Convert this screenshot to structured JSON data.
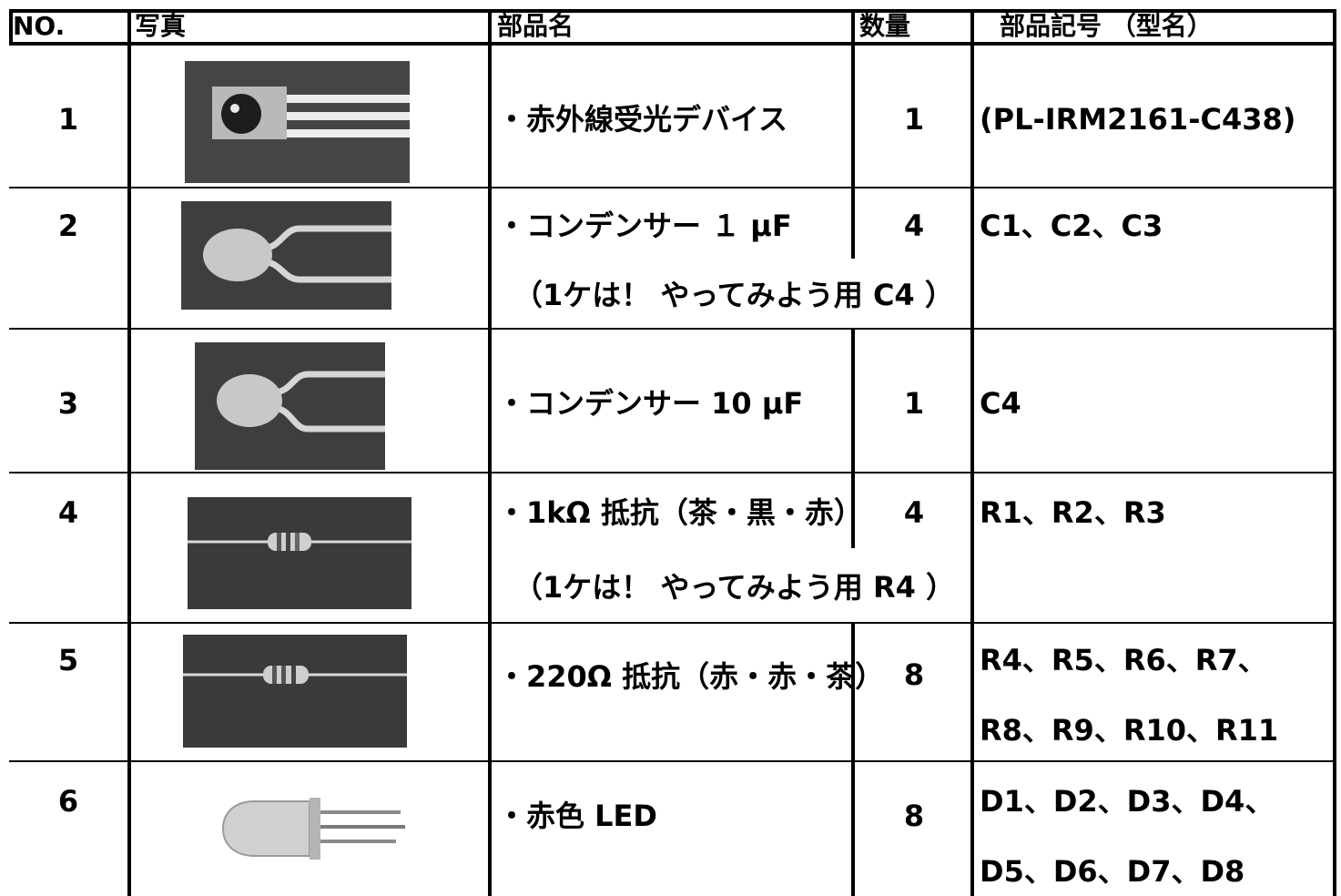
{
  "headers": {
    "no": "NO.",
    "photo": "写真",
    "part_name": "部品名",
    "quantity": "数量",
    "symbol": "部品記号 （型名）"
  },
  "rows": [
    {
      "no": "1",
      "photo_icon": "ir-receiver-photo",
      "name": "・赤外線受光デバイス",
      "qty": "1",
      "symbols": [
        "(PL-IRM2161-C438)"
      ]
    },
    {
      "no": "2",
      "photo_icon": "ceramic-capacitor-photo",
      "name": "・コンデンサー １ μF",
      "note": "（1ケは！ やってみよう用 C4 ）",
      "qty": "4",
      "symbols": [
        "C1、C2、C3"
      ]
    },
    {
      "no": "3",
      "photo_icon": "ceramic-capacitor-photo",
      "name": "・コンデンサー 10 μF",
      "qty": "1",
      "symbols": [
        "C4"
      ]
    },
    {
      "no": "4",
      "photo_icon": "resistor-photo",
      "name": "・1kΩ 抵抗（茶・黒・赤）",
      "note": "（1ケは！ やってみよう用 R4 ）",
      "qty": "4",
      "symbols": [
        "R1、R2、R3"
      ]
    },
    {
      "no": "5",
      "photo_icon": "resistor-photo",
      "name": "・220Ω 抵抗（赤・赤・茶）",
      "qty": "8",
      "symbols": [
        "R4、R5、R6、R7、",
        "R8、R9、R10、R11"
      ]
    },
    {
      "no": "6",
      "photo_icon": "led-photo",
      "name": "・赤色 LED",
      "qty": "8",
      "symbols": [
        "D1、D2、D3、D4、",
        "D5、D6、D7、D8"
      ]
    }
  ]
}
